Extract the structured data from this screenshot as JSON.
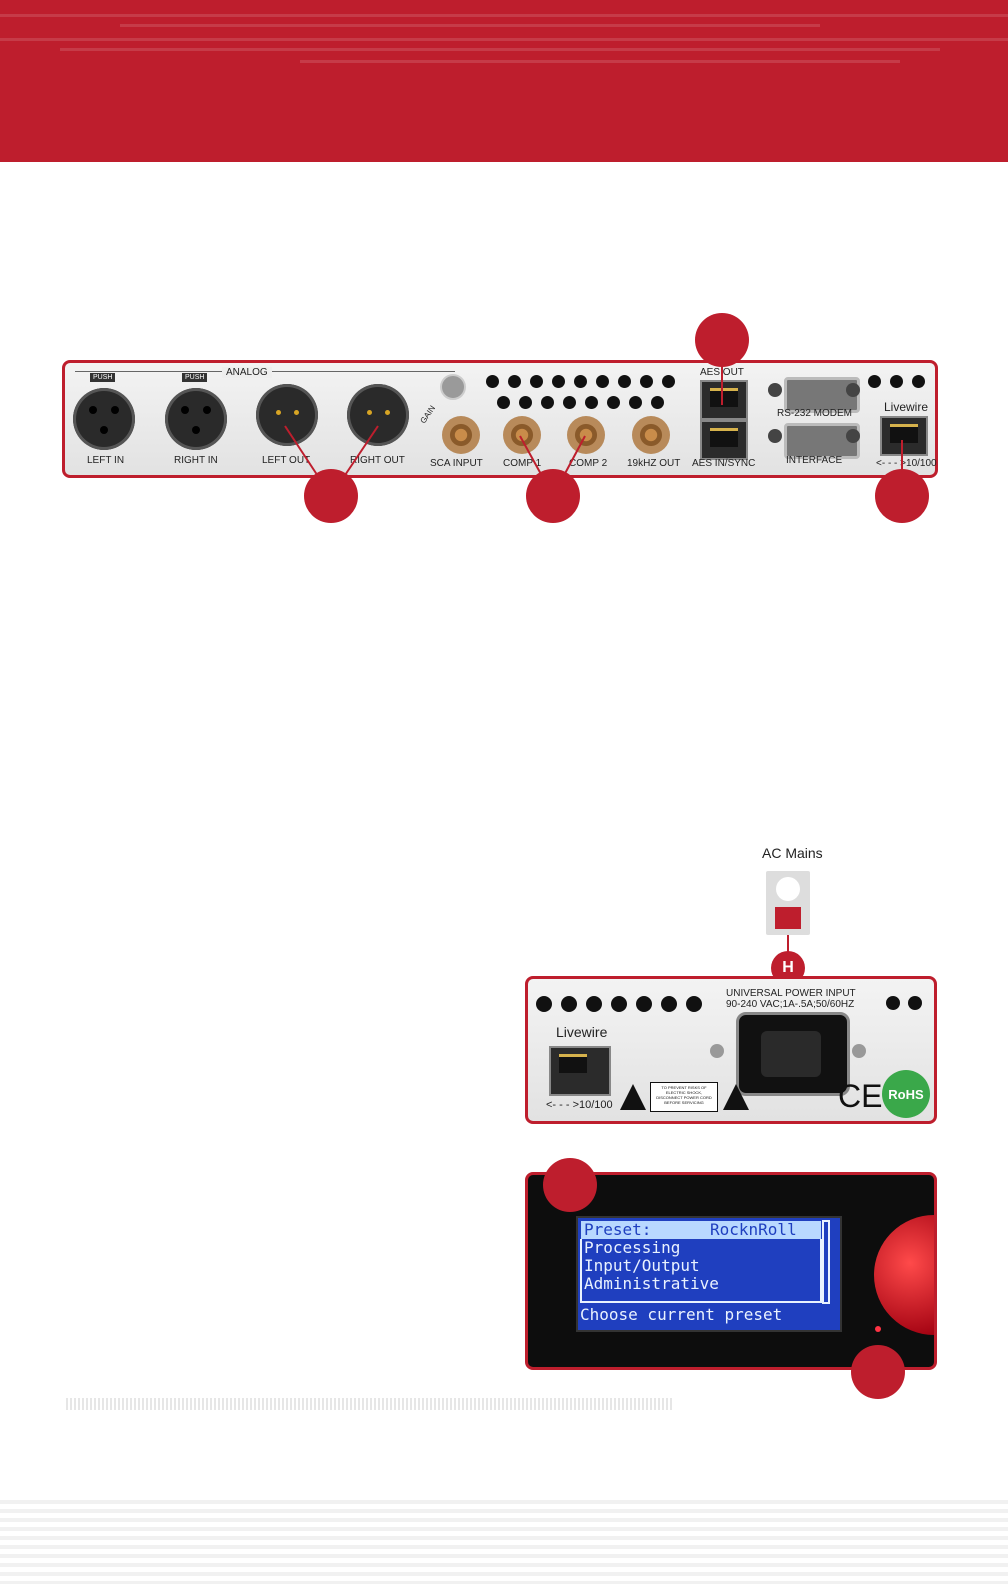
{
  "colors": {
    "accent": "#be1e2d",
    "lcd_bg": "#1f3fbf"
  },
  "rear_panel": {
    "analog_label": "ANALOG",
    "push_label": "PUSH",
    "left_in": "LEFT IN",
    "right_in": "RIGHT IN",
    "left_out": "LEFT OUT",
    "right_out": "RIGHT OUT",
    "gain": "GAIN",
    "sca_input": "SCA INPUT",
    "comp1": "COMP 1",
    "comp2": "COMP 2",
    "out19k": "19kHZ OUT",
    "aes_out": "AES OUT",
    "aes_in": "AES IN/SYNC",
    "rs232": "RS-232 MODEM",
    "interface": "INTERFACE",
    "livewire": "Livewire",
    "ethernet": "<- - - >10/100"
  },
  "power": {
    "ac_mains": "AC Mains",
    "callout": "H",
    "title": "UNIVERSAL POWER INPUT",
    "spec": "90-240 VAC;1A-.5A;50/60HZ",
    "warning": "TO PREVENT RISKS OF ELECTRIC SHOCK, DISCONNECT POWER CORD BEFORE SERVICING",
    "livewire": "Livewire",
    "ethernet": "<- - - >10/100",
    "ce": "CE",
    "rohs": "RoHS"
  },
  "lcd": {
    "preset_label": "Preset:",
    "preset_value": "RocknRoll",
    "items": [
      "Processing",
      "Input/Output",
      "Administrative"
    ],
    "footer": "Choose current preset"
  }
}
